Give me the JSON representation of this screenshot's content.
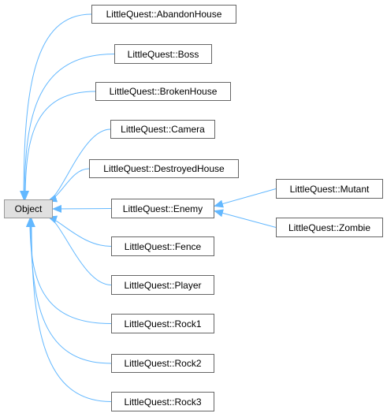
{
  "colors": {
    "edge": "#63b8ff",
    "node_border": "#666666",
    "root_border": "#999999",
    "root_fill": "#e0e0e0",
    "node_fill": "#ffffff"
  },
  "nodes": {
    "object": "Object",
    "abandon_house": "LittleQuest::AbandonHouse",
    "boss": "LittleQuest::Boss",
    "broken_house": "LittleQuest::BrokenHouse",
    "camera": "LittleQuest::Camera",
    "destroyed_house": "LittleQuest::DestroyedHouse",
    "enemy": "LittleQuest::Enemy",
    "fence": "LittleQuest::Fence",
    "player": "LittleQuest::Player",
    "rock1": "LittleQuest::Rock1",
    "rock2": "LittleQuest::Rock2",
    "rock3": "LittleQuest::Rock3",
    "mutant": "LittleQuest::Mutant",
    "zombie": "LittleQuest::Zombie"
  },
  "edges": [
    {
      "from": "abandon_house",
      "to": "object"
    },
    {
      "from": "boss",
      "to": "object"
    },
    {
      "from": "broken_house",
      "to": "object"
    },
    {
      "from": "camera",
      "to": "object"
    },
    {
      "from": "destroyed_house",
      "to": "object"
    },
    {
      "from": "enemy",
      "to": "object"
    },
    {
      "from": "fence",
      "to": "object"
    },
    {
      "from": "player",
      "to": "object"
    },
    {
      "from": "rock1",
      "to": "object"
    },
    {
      "from": "rock2",
      "to": "object"
    },
    {
      "from": "rock3",
      "to": "object"
    },
    {
      "from": "mutant",
      "to": "enemy"
    },
    {
      "from": "zombie",
      "to": "enemy"
    }
  ]
}
